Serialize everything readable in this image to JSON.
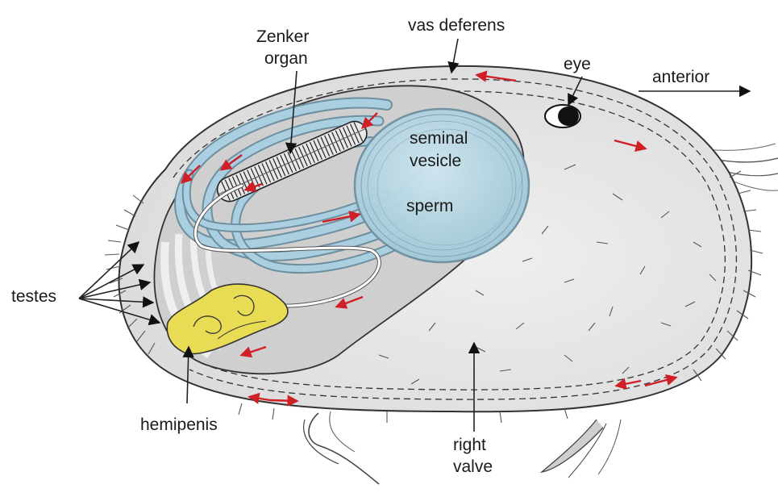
{
  "labels": {
    "zenker_line1": "Zenker",
    "zenker_line2": "organ",
    "vas_deferens": "vas deferens",
    "eye": "eye",
    "anterior": "anterior",
    "seminal_line1": "seminal",
    "seminal_line2": "vesicle",
    "sperm": "sperm",
    "testes": "testes",
    "hemipenis": "hemipenis",
    "right_line1": "right",
    "right_line2": "valve"
  },
  "colors": {
    "shell": "#e6e6e6",
    "inner_body": "#d2d2d2",
    "tubes": "#a9cfe0",
    "tube_outline": "#6d8fa0",
    "vesicle": "#b9dbe8",
    "hemipenis": "#e9dc55",
    "flow_arrows": "#d01f26",
    "ink": "#1a1a1a"
  }
}
